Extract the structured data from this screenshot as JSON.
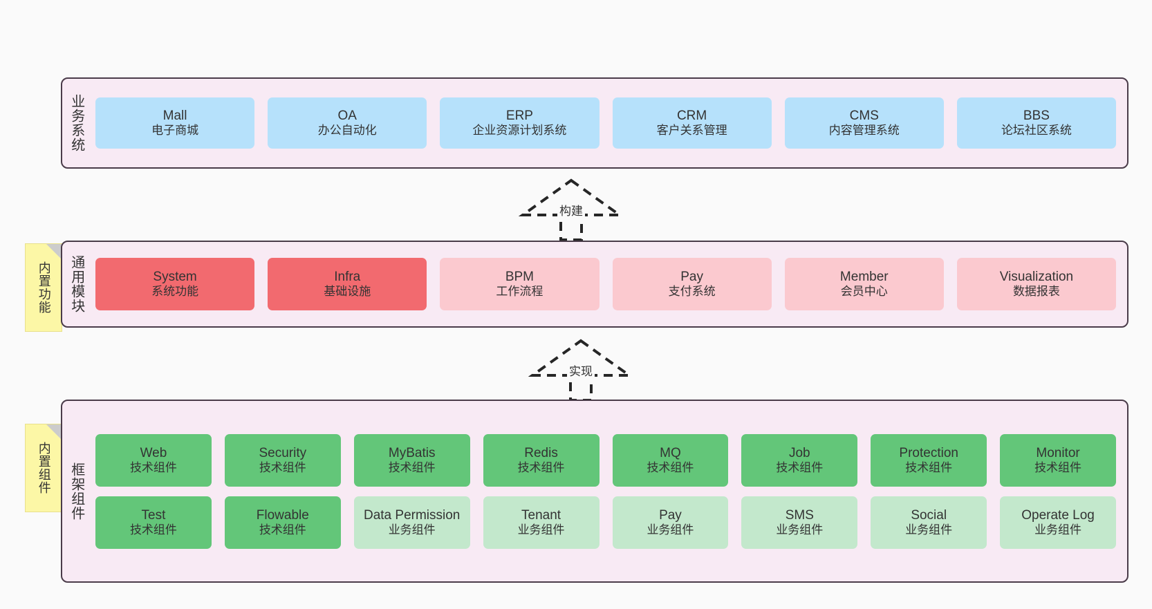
{
  "diagram": {
    "background_color": "#fafafa",
    "layer_border_color": "#4a3b49",
    "layer_background_color": "#f8eaf4",
    "sticky_color": "#fcf7a6"
  },
  "layers": [
    {
      "id": "business",
      "label": "业务系统",
      "rows": [
        {
          "cards": [
            {
              "title": "Mall",
              "subtitle": "电子商城",
              "color": "#b6e1fb"
            },
            {
              "title": "OA",
              "subtitle": "办公自动化",
              "color": "#b6e1fb"
            },
            {
              "title": "ERP",
              "subtitle": "企业资源计划系统",
              "color": "#b6e1fb"
            },
            {
              "title": "CRM",
              "subtitle": "客户关系管理",
              "color": "#b6e1fb"
            },
            {
              "title": "CMS",
              "subtitle": "内容管理系统",
              "color": "#b6e1fb"
            },
            {
              "title": "BBS",
              "subtitle": "论坛社区系统",
              "color": "#b6e1fb"
            }
          ]
        }
      ]
    },
    {
      "id": "common",
      "label": "通用模块",
      "sticky": "内置功能",
      "rows": [
        {
          "cards": [
            {
              "title": "System",
              "subtitle": "系统功能",
              "color": "#f26a6f"
            },
            {
              "title": "Infra",
              "subtitle": "基础设施",
              "color": "#f26a6f"
            },
            {
              "title": "BPM",
              "subtitle": "工作流程",
              "color": "#fbc9cf"
            },
            {
              "title": "Pay",
              "subtitle": "支付系统",
              "color": "#fbc9cf"
            },
            {
              "title": "Member",
              "subtitle": "会员中心",
              "color": "#fbc9cf"
            },
            {
              "title": "Visualization",
              "subtitle": "数据报表",
              "color": "#fbc9cf"
            }
          ]
        }
      ]
    },
    {
      "id": "framework",
      "label": "框架组件",
      "sticky": "内置组件",
      "rows": [
        {
          "cards": [
            {
              "title": "Web",
              "subtitle": "技术组件",
              "color": "#63c679"
            },
            {
              "title": "Security",
              "subtitle": "技术组件",
              "color": "#63c679"
            },
            {
              "title": "MyBatis",
              "subtitle": "技术组件",
              "color": "#63c679"
            },
            {
              "title": "Redis",
              "subtitle": "技术组件",
              "color": "#63c679"
            },
            {
              "title": "MQ",
              "subtitle": "技术组件",
              "color": "#63c679"
            },
            {
              "title": "Job",
              "subtitle": "技术组件",
              "color": "#63c679"
            },
            {
              "title": "Protection",
              "subtitle": "技术组件",
              "color": "#63c679"
            },
            {
              "title": "Monitor",
              "subtitle": "技术组件",
              "color": "#63c679"
            }
          ]
        },
        {
          "cards": [
            {
              "title": "Test",
              "subtitle": "技术组件",
              "color": "#63c679"
            },
            {
              "title": "Flowable",
              "subtitle": "技术组件",
              "color": "#63c679"
            },
            {
              "title": "Data Permission",
              "subtitle": "业务组件",
              "color": "#c3e8cc"
            },
            {
              "title": "Tenant",
              "subtitle": "业务组件",
              "color": "#c3e8cc"
            },
            {
              "title": "Pay",
              "subtitle": "业务组件",
              "color": "#c3e8cc"
            },
            {
              "title": "SMS",
              "subtitle": "业务组件",
              "color": "#c3e8cc"
            },
            {
              "title": "Social",
              "subtitle": "业务组件",
              "color": "#c3e8cc"
            },
            {
              "title": "Operate Log",
              "subtitle": "业务组件",
              "color": "#c3e8cc"
            }
          ]
        }
      ]
    }
  ],
  "arrows": [
    {
      "id": "build",
      "label": "构建",
      "direction": "up",
      "style": "dashed-hollow"
    },
    {
      "id": "implement",
      "label": "实现",
      "direction": "up",
      "style": "dashed-hollow"
    }
  ]
}
